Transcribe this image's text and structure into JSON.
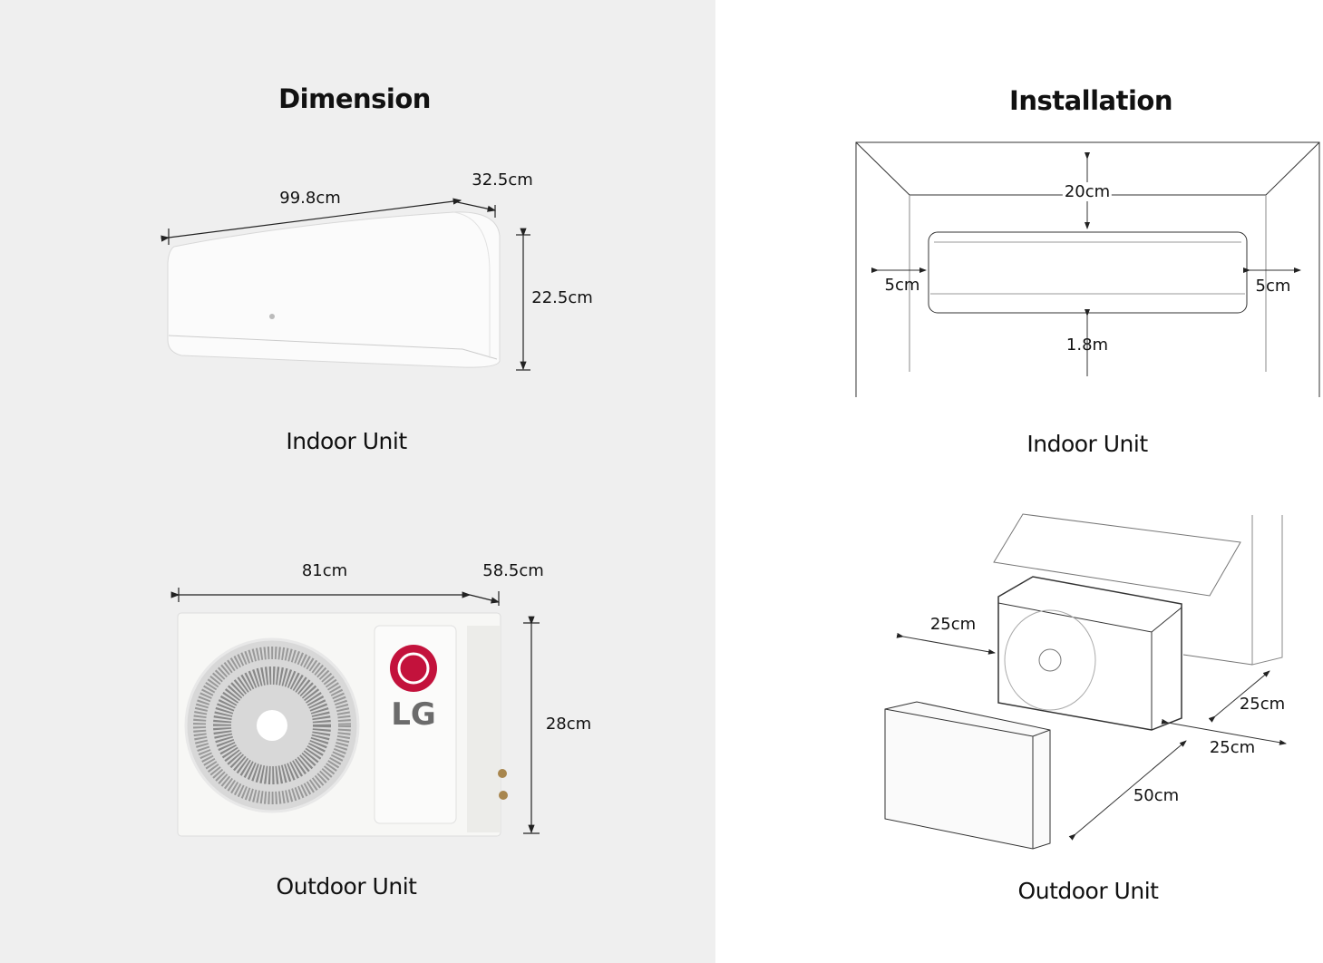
{
  "dimension": {
    "title": "Dimension",
    "indoor": {
      "caption": "Indoor Unit",
      "width": "99.8cm",
      "depth": "32.5cm",
      "height": "22.5cm"
    },
    "outdoor": {
      "caption": "Outdoor Unit",
      "width": "81cm",
      "depth": "58.5cm",
      "height": "28cm",
      "logo_text": "LG"
    }
  },
  "installation": {
    "title": "Installation",
    "indoor": {
      "caption": "Indoor Unit",
      "top": "20cm",
      "left": "5cm",
      "right": "5cm",
      "bottom": "1.8m"
    },
    "outdoor": {
      "caption": "Outdoor Unit",
      "front_left": "25cm",
      "back": "25cm",
      "side": "25cm",
      "front": "50cm"
    }
  },
  "colors": {
    "left_bg": "#efefef",
    "lg_red": "#c3123c",
    "lg_gray": "#6b6b6b"
  }
}
